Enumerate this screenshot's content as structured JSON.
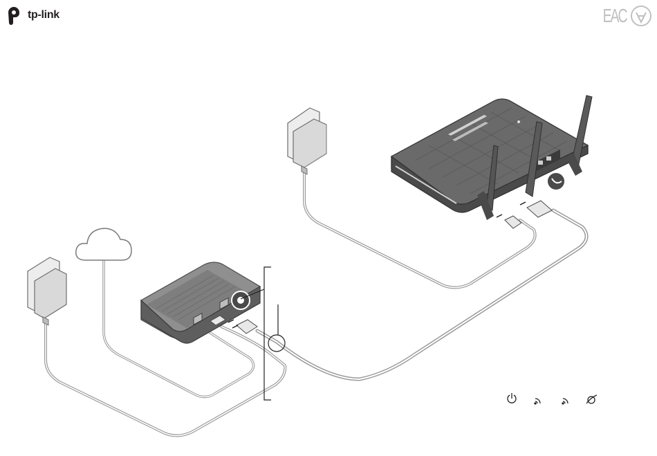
{
  "brand": {
    "logo_text": "tp-link",
    "logo_color": "#231f20"
  },
  "certification": {
    "mark_text": "EAC",
    "icon": "checkmark-seal-icon",
    "color": "#c0c0c0"
  },
  "diagram": {
    "description_free": true,
    "components": [
      {
        "name": "cloud-icon",
        "role": "internet"
      },
      {
        "name": "modem",
        "role": "device"
      },
      {
        "name": "router",
        "role": "device"
      },
      {
        "name": "power-adapter",
        "count": 2
      },
      {
        "name": "ethernet-cable"
      },
      {
        "name": "power-cable"
      }
    ],
    "router_led_icons": [
      "power-icon",
      "wifi-2g-icon",
      "wifi-5g-icon",
      "internet-icon"
    ],
    "colors": {
      "device_dark": "#5a5a5a",
      "device_mid": "#8c8c8c",
      "cable": "#a0a0a0",
      "adapter": "#e6e6e6",
      "line": "#231f20"
    }
  }
}
